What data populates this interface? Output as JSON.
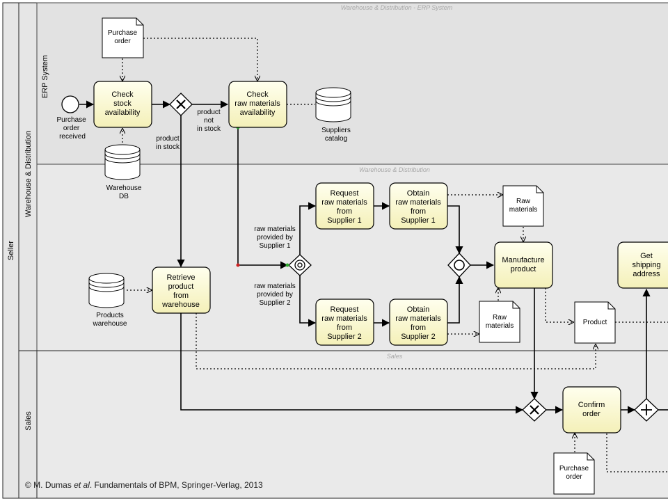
{
  "pool": {
    "label": "Seller"
  },
  "lanes": {
    "warehouse": {
      "label": "Warehouse & Distribution"
    },
    "erp": {
      "label": "ERP System"
    },
    "sales": {
      "label": "Sales"
    }
  },
  "watermarks": {
    "erp": "Warehouse & Distribution - ERP System",
    "warehouse": "Warehouse & Distribution",
    "sales": "Sales"
  },
  "events": {
    "start": {
      "label_lines": [
        "Purchase",
        "order",
        "received"
      ]
    }
  },
  "tasks": {
    "check_stock": {
      "lines": [
        "Check",
        "stock",
        "availability"
      ]
    },
    "check_raw": {
      "lines": [
        "Check",
        "raw materials",
        "availability"
      ]
    },
    "request_s1": {
      "lines": [
        "Request",
        "raw materials",
        "from",
        "Supplier 1"
      ]
    },
    "obtain_s1": {
      "lines": [
        "Obtain",
        "raw materials",
        "from",
        "Supplier 1"
      ]
    },
    "request_s2": {
      "lines": [
        "Request",
        "raw materials",
        "from",
        "Supplier 2"
      ]
    },
    "obtain_s2": {
      "lines": [
        "Obtain",
        "raw materials",
        "from",
        "Supplier 2"
      ]
    },
    "manufacture": {
      "lines": [
        "Manufacture",
        "product"
      ]
    },
    "retrieve": {
      "lines": [
        "Retrieve",
        "product",
        "from",
        "warehouse"
      ]
    },
    "get_address": {
      "lines": [
        "Get",
        "shipping",
        "address"
      ]
    },
    "confirm": {
      "lines": [
        "Confirm",
        "order"
      ]
    }
  },
  "data_objects": {
    "po_top": {
      "lines": [
        "Purchase",
        "order"
      ]
    },
    "raw_top": {
      "lines": [
        "Raw",
        "materials"
      ]
    },
    "raw_bottom": {
      "lines": [
        "Raw",
        "materials"
      ]
    },
    "product": {
      "lines": [
        "Product"
      ]
    },
    "po_bottom": {
      "lines": [
        "Purchase",
        "order"
      ]
    }
  },
  "data_stores": {
    "suppliers": {
      "lines": [
        "Suppliers",
        "catalog"
      ]
    },
    "warehouse_db": {
      "lines": [
        "Warehouse",
        "DB"
      ]
    },
    "products": {
      "lines": [
        "Products",
        "warehouse"
      ]
    }
  },
  "flow_labels": {
    "not_in_stock": [
      "product",
      "not",
      "in stock"
    ],
    "in_stock": [
      "product",
      "in stock"
    ],
    "by_s1": [
      "raw materials",
      "provided by",
      "Supplier 1"
    ],
    "by_s2": [
      "raw materials",
      "provided by",
      "Supplier 2"
    ]
  },
  "footer": {
    "prefix": "© M. Dumas ",
    "em": "et al",
    "suffix": ". Fundamentals of BPM, Springer-Verlag, 2013"
  }
}
